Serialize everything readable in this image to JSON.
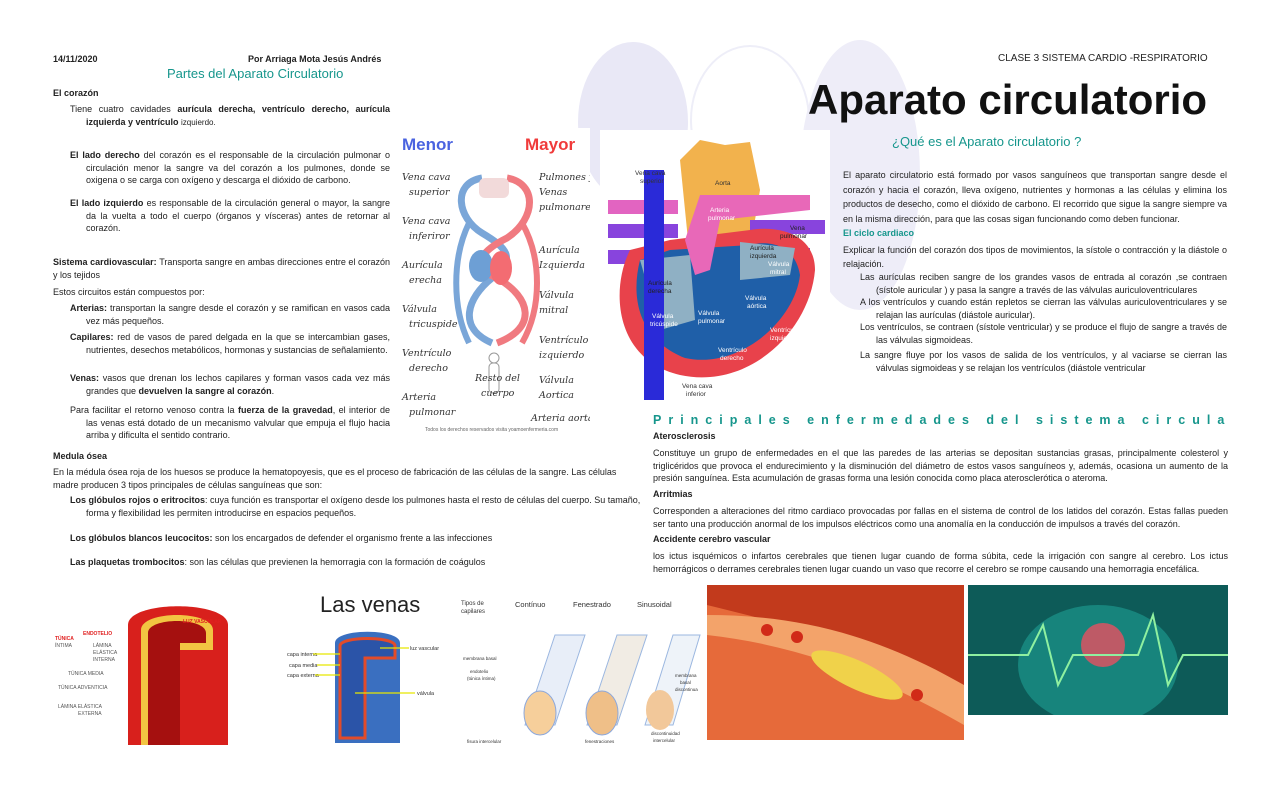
{
  "header": {
    "date": "14/11/2020",
    "author": "Por Arriaga Mota Jesús Andrés",
    "class_label": "CLASE 3 SISTEMA CARDIO -RESPIRATORIO",
    "main_title": "Aparato circulatorio"
  },
  "left": {
    "title": "Partes del Aparato Circulatorio",
    "corazon_heading": "El corazón",
    "p1": [
      "Tiene cuatro cavidades ",
      "aurícula derecha, ventrículo derecho, aurícula izquierda y ventrículo ",
      "izquierdo."
    ],
    "p2": [
      "El lado derecho",
      " del corazón es el responsable de la circulación pulmonar o circulación menor la sangre va del corazón a los pulmones, donde se oxigena o se carga con oxígeno y descarga el dióxido de carbono."
    ],
    "p3": [
      "El lado izquierdo",
      " es responsable de la circulación general o mayor, la sangre da la vuelta a todo el cuerpo (órganos y vísceras) antes de retornar al corazón."
    ],
    "p4": [
      "Sistema cardiovascular: ",
      "Transporta sangre en ambas direcciones entre el corazón y los tejidos"
    ],
    "p5": "Estos circuitos están compuestos por:",
    "arterias": [
      "Arterias:",
      " transportan la sangre desde el corazón y se ramifican en vasos cada vez más pequeños."
    ],
    "capilares": [
      "Capilares:",
      " red de vasos de pared delgada en la que se intercambian gases, nutrientes, desechos metabólicos, hormonas y sustancias de señalamiento."
    ],
    "venas": [
      "Venas:",
      " vasos que drenan los lechos capilares y forman vasos cada vez más grandes que ",
      "devuelven la sangre al corazón",
      "."
    ],
    "retorno": [
      "Para facilitar el retorno venoso contra la ",
      "fuerza de la gravedad",
      ", el interior de las venas está dotado de un mecanismo valvular que empuja el flujo hacia arriba y dificulta el sentido contrario."
    ],
    "medula_heading": "Medula ósea",
    "medula_p": "En la médula ósea roja de los huesos se produce la hematopoyesis, que es el proceso de fabricación de las células de la sangre. Las células madre producen 3 tipos principales de células sanguíneas que son:",
    "rojos": [
      "Los glóbulos rojos o eritrocitos",
      ": cuya función es transportar el oxígeno desde los pulmones hasta el resto de células del cuerpo. Su tamaño, forma y flexibilidad les permiten introducirse en espacios pequeños."
    ],
    "blancos": [
      "Los glóbulos blancos leucocitos:",
      " son los encargados de defender el organismo frente a las infecciones"
    ],
    "plaquetas": [
      "Las plaquetas trombocitos",
      ": son las células que previenen la hemorragia con la formación de coágulos"
    ]
  },
  "right": {
    "question": "¿Qué es el Aparato circulatorio ?",
    "intro": "El aparato circulatorio está formado por vasos sanguíneos que transportan sangre desde el corazón y hacia el corazón, lleva oxígeno, nutrientes y hormonas a las células y elimina los productos de desecho, como el dióxido de carbono. El recorrido que sigue la sangre siempre va en la misma dirección, para que las cosas sigan funcionando como deben funcionar.",
    "ciclo_heading": "El ciclo cardiaco",
    "ciclo_p": "Explicar la función del corazón dos tipos de movimientos, la sístole o contracción y la diástole o relajación.",
    "ciclo_items": [
      "Las aurículas reciben sangre de los grandes vasos de entrada al corazón ,se contraen (sístole auricular ) y pasa la sangre a través de las válvulas auriculoventriculares",
      "A los ventrículos y cuando están repletos se cierran las válvulas auriculoventriculares y se relajan las aurículas (diástole auricular).",
      "Los ventrículos, se contraen (sístole ventricular) y se produce el flujo de sangre a través de las válvulas sigmoideas.",
      "La sangre fluye por los vasos de salida de los ventrículos, y al vaciarse se cierran las válvulas sigmoideas y se relajan los ventrículos (diástole ventricular"
    ]
  },
  "diseases": {
    "title": "Principales enfermedades del sistema circulatorio",
    "items": [
      {
        "name": "Aterosclerosis",
        "text": "Constituye un grupo de enfermedades en el que las paredes de las arterias se depositan sustancias grasas, principalmente colesterol y triglicéridos que provoca el endurecimiento y la disminución del diámetro de estos vasos sanguíneos y, además, ocasiona un aumento de la presión sanguínea. Esta acumulación de grasas forma una lesión conocida como placa aterosclerótica o ateroma."
      },
      {
        "name": "Arritmias",
        "text": "Corresponden a alteraciones del ritmo cardiaco provocadas por fallas en el sistema de control de los latidos del corazón. Estas fallas pueden ser tanto una producción anormal de los impulsos eléctricos como una anomalía en la conducción de impulsos a través del corazón."
      },
      {
        "name": "Accidente cerebro vascular",
        "text": "los ictus isquémicos o infartos cerebrales que tienen lugar cuando de forma súbita, cede la irrigación con sangre al cerebro. Los ictus hemorrágicos o derrames cerebrales tienen lugar cuando un vaso que recorre el cerebro se rompe causando una hemorragia encefálica."
      }
    ]
  },
  "circulation_diagram": {
    "menor": "Menor",
    "mayor": "Mayor",
    "left_labels": [
      "Vena cava",
      "superior",
      "Vena cava",
      "inferiror",
      "Aurícula",
      "erecha",
      "Válvula",
      "tricuspide",
      "Ventrículo",
      "derecho",
      "Arteria",
      "pulmonar"
    ],
    "right_labels": [
      "Pulmones y",
      "Venas",
      "pulmonares",
      "Aurícula",
      "Izquierda",
      "Válvula",
      "mitral",
      "Ventrículo",
      "izquierdo",
      "Válvula",
      "Aortica",
      "Arteria aorta"
    ],
    "center_label": [
      "Resto del",
      "cuerpo"
    ],
    "footer": "Todos los derechos reservados visita yoamoenfermeria.com"
  },
  "heart_diagram": {
    "labels": [
      "Vena cava",
      "superior",
      "Aorta",
      "Arteria",
      "pulmonar",
      "Vena",
      "pulmonar",
      "Aurícula",
      "izquierda",
      "Válvula",
      "mitral",
      "Aurícula",
      "derecha",
      "Válvula",
      "aórtica",
      "Válvula",
      "tricúspide",
      "Válvula",
      "pulmonar",
      "Ventrículo",
      "izquierdo",
      "Ventrículo",
      "derecho",
      "Vena cava",
      "inferior"
    ]
  },
  "artery_diagram": {
    "labels": [
      "LUZ VASCULAR",
      "ENDOTELIO",
      "TÚNICA",
      "ÍNTIMA",
      "LÁMINA",
      "ELÁSTICA",
      "INTERNA",
      "TÚNICA MEDIA",
      "TÚNICA ADVENTICIA",
      "LÁMINA ELÁSTICA",
      "EXTERNA"
    ]
  },
  "veins_diagram": {
    "title": "Las venas",
    "labels": [
      "capa interna",
      "capa media",
      "capa externa",
      "luz vascular",
      "válvula"
    ]
  },
  "capillaries_diagram": {
    "labels": [
      "Tipos de",
      "capilares",
      "Contínuo",
      "Fenestrado",
      "Sinusoidal",
      "membrana basal",
      "endotelio",
      "(túnica íntima)",
      "fisura intercelular",
      "fenestraciones",
      "membrana",
      "basal",
      "discontinua",
      "discontinuidad",
      "intercelular"
    ]
  },
  "colors": {
    "teal": "#16968c",
    "blue": "#4a63e0",
    "red": "#f03a3a",
    "deco": "#e9e8f6"
  }
}
